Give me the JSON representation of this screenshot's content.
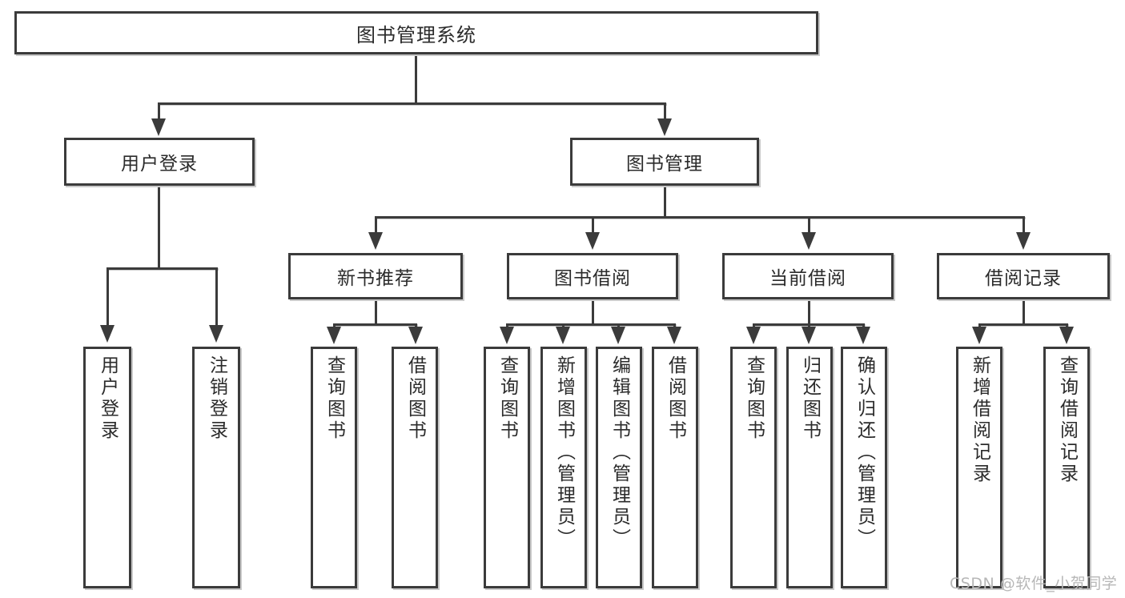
{
  "diagram": {
    "type": "hierarchy-tree",
    "title": "图书管理系统",
    "root": {
      "label": "图书管理系统"
    },
    "level1": [
      {
        "label": "用户登录"
      },
      {
        "label": "图书管理"
      }
    ],
    "level2": [
      {
        "label": "新书推荐"
      },
      {
        "label": "图书借阅"
      },
      {
        "label": "当前借阅"
      },
      {
        "label": "借阅记录"
      }
    ],
    "leaves": {
      "user_login": [
        {
          "label": "用户登录"
        },
        {
          "label": "注销登录"
        }
      ],
      "new_book_recommend": [
        {
          "label": "查询图书"
        },
        {
          "label": "借阅图书"
        }
      ],
      "book_borrow": [
        {
          "label": "查询图书"
        },
        {
          "label": "新增图书（管理员）"
        },
        {
          "label": "编辑图书（管理员）"
        },
        {
          "label": "借阅图书"
        }
      ],
      "current_borrow": [
        {
          "label": "查询图书"
        },
        {
          "label": "归还图书"
        },
        {
          "label": "确认归还（管理员）"
        }
      ],
      "borrow_record": [
        {
          "label": "新增借阅记录"
        },
        {
          "label": "查询借阅记录"
        }
      ]
    }
  },
  "watermark": {
    "text": "CSDN @软件_小贺同学"
  },
  "colors": {
    "box_border": "#3b3b3b",
    "box_fill": "#ffffff",
    "line": "#3b3b3b",
    "shadow": "#c9c9c9",
    "text": "#2b2b2b",
    "watermark": "#b7b7b7"
  }
}
